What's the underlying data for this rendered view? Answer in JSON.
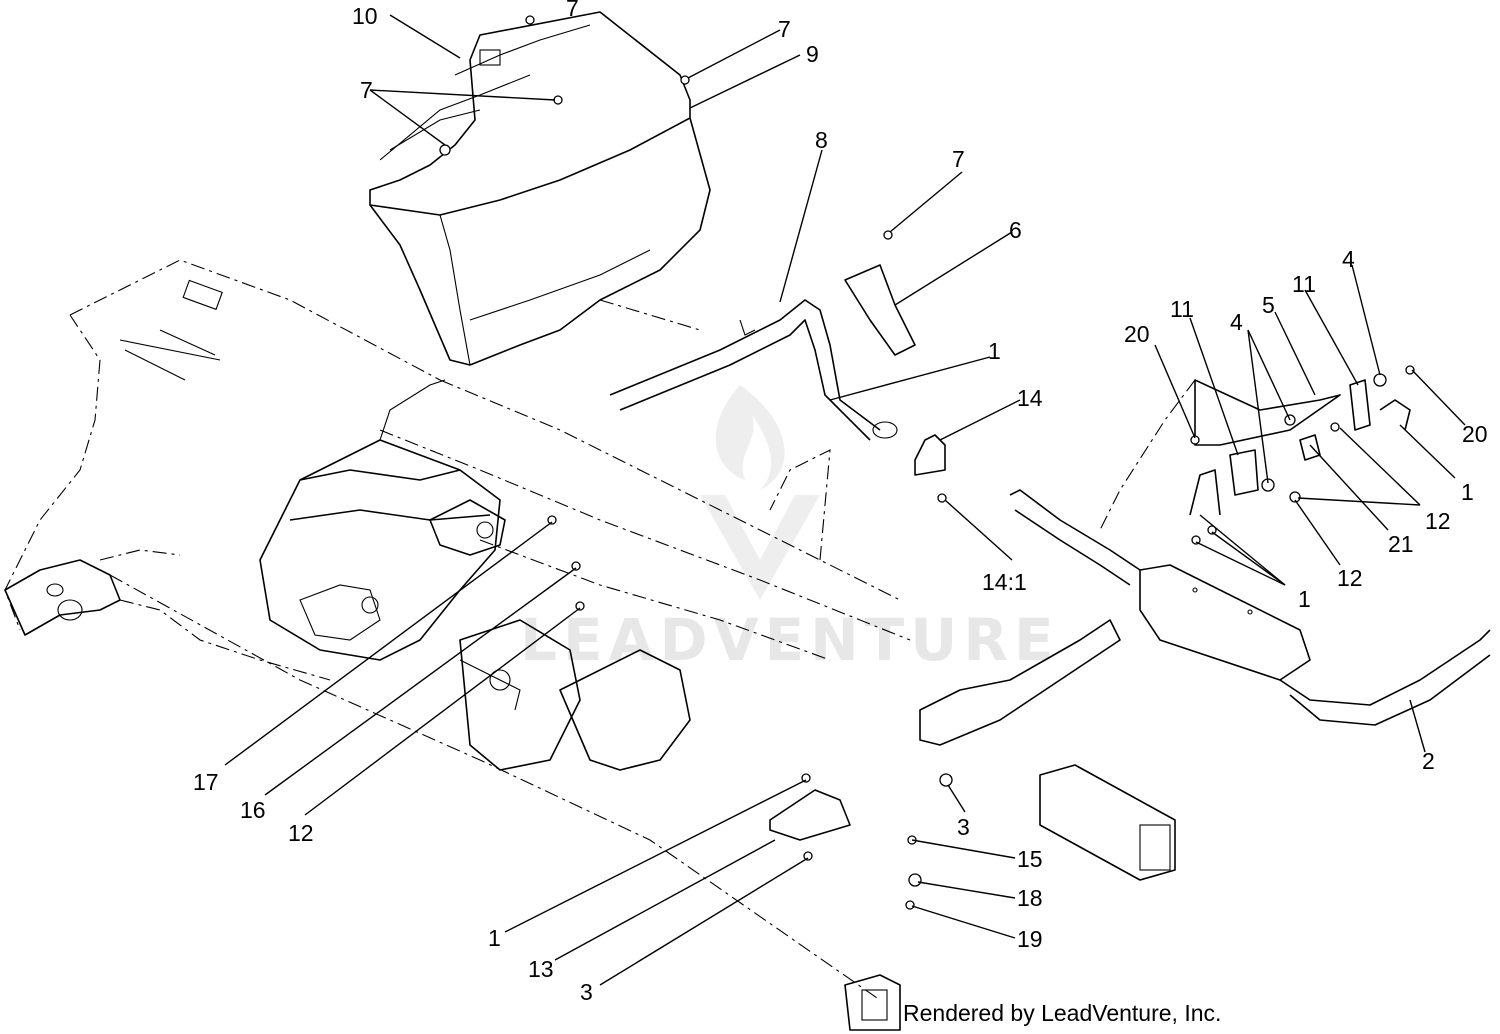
{
  "watermark": {
    "text": "LEADVENTURE"
  },
  "credit": "Rendered by LeadVenture, Inc.",
  "callouts": {
    "c10": "10",
    "c7a": "7",
    "c7b": "7",
    "c9": "9",
    "c7c": "7",
    "c8": "8",
    "c7d": "7",
    "c6": "6",
    "c1a": "1",
    "c14": "14",
    "c14_1": "14:1",
    "c20a": "20",
    "c11a": "11",
    "c4a": "4",
    "c5": "5",
    "c11b": "11",
    "c4b": "4",
    "c20b": "20",
    "c1b": "1",
    "c12a": "12",
    "c21": "21",
    "c12b": "12",
    "c1c": "1",
    "c2": "2",
    "c17": "17",
    "c16": "16",
    "c12c": "12",
    "c3a": "3",
    "c15": "15",
    "c18": "18",
    "c19": "19",
    "c1d": "1",
    "c13": "13",
    "c3b": "3"
  }
}
